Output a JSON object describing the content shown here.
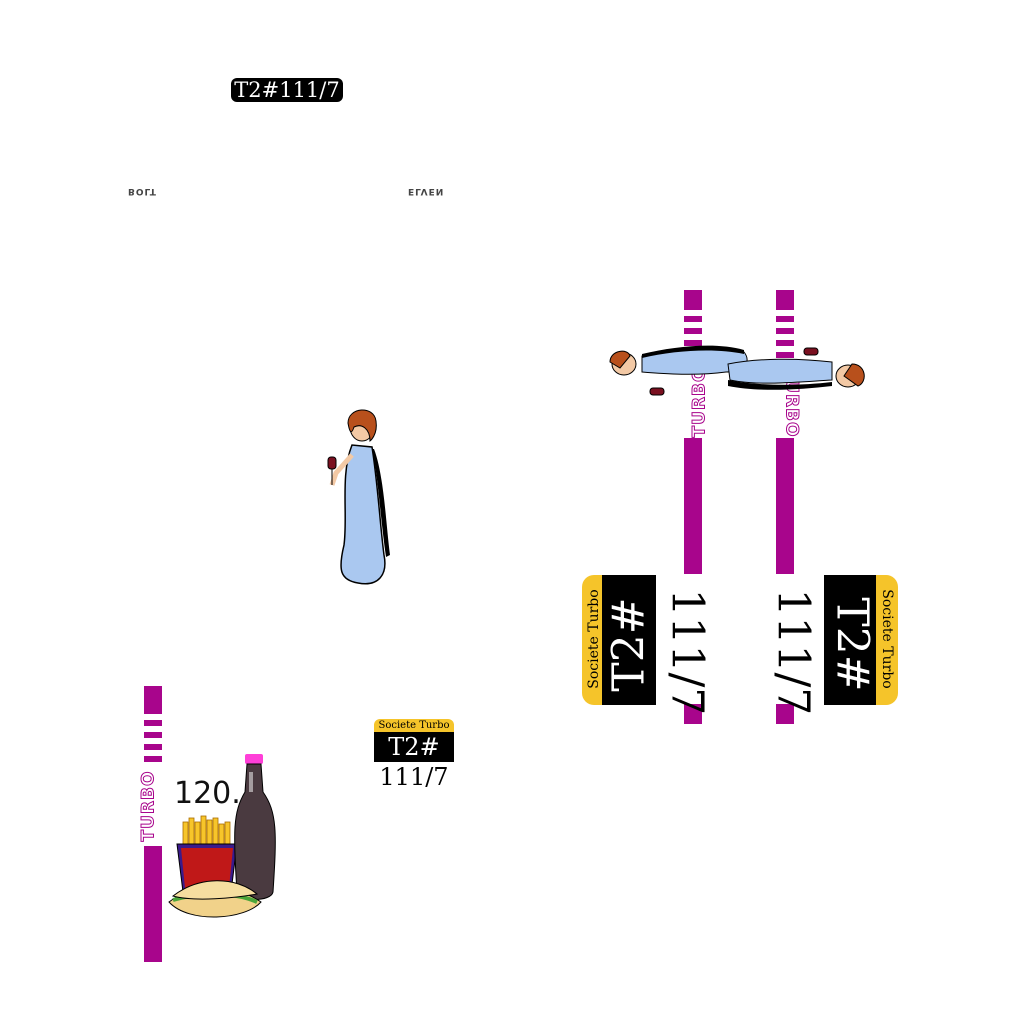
{
  "top_label": "T2#111/7",
  "mirror_left": "BOLT",
  "mirror_right": "ELVEN",
  "small_label": {
    "brand": "Societe Turbo",
    "code": "T2#",
    "number": "111/7"
  },
  "stripe_text": "TURBO",
  "food_price": "120.",
  "big_left": {
    "brand": "Societe Turbo",
    "code": "T2#",
    "number": "111/7"
  },
  "big_right": {
    "brand": "Societe Turbo",
    "code": "T2#",
    "number": "111/7"
  },
  "colors": {
    "magenta": "#a8058c",
    "yellow": "#f5c42a",
    "dress": "#aac8f0",
    "hair": "#b8501c"
  },
  "icons": [
    "woman-figure-icon",
    "fast-food-icon",
    "soda-bottle-icon"
  ]
}
